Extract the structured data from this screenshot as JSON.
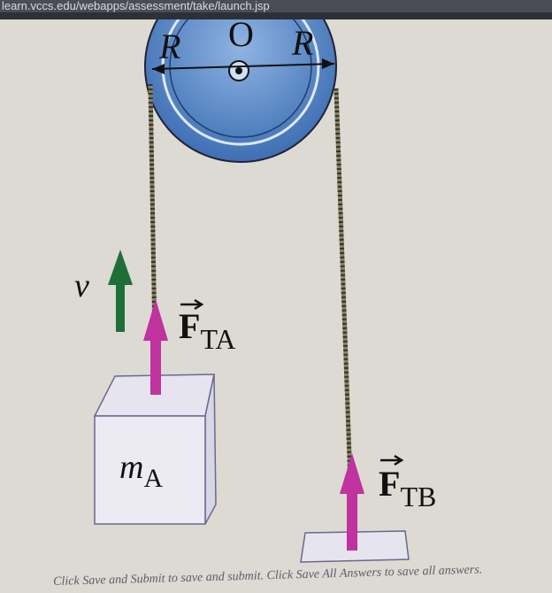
{
  "browser": {
    "url": "learn.vccs.edu/webapps/assessment/take/launch.jsp"
  },
  "diagram": {
    "pulley_center_label": "O",
    "radius_left_label": "R",
    "radius_right_label": "R",
    "velocity_label": "v",
    "tension_a_label": "F",
    "tension_a_subscript": "TA",
    "tension_b_label": "F",
    "tension_b_subscript": "TB",
    "block_a_label": "m",
    "block_a_subscript": "A",
    "colors": {
      "pulley": "#4a7fc4",
      "velocity_arrow": "#1f6e3a",
      "force_arrow": "#c0329e",
      "rope": "#8a8060"
    }
  },
  "footer": {
    "instructions": "Click Save and Submit to save and submit. Click Save All Answers to save all answers."
  }
}
